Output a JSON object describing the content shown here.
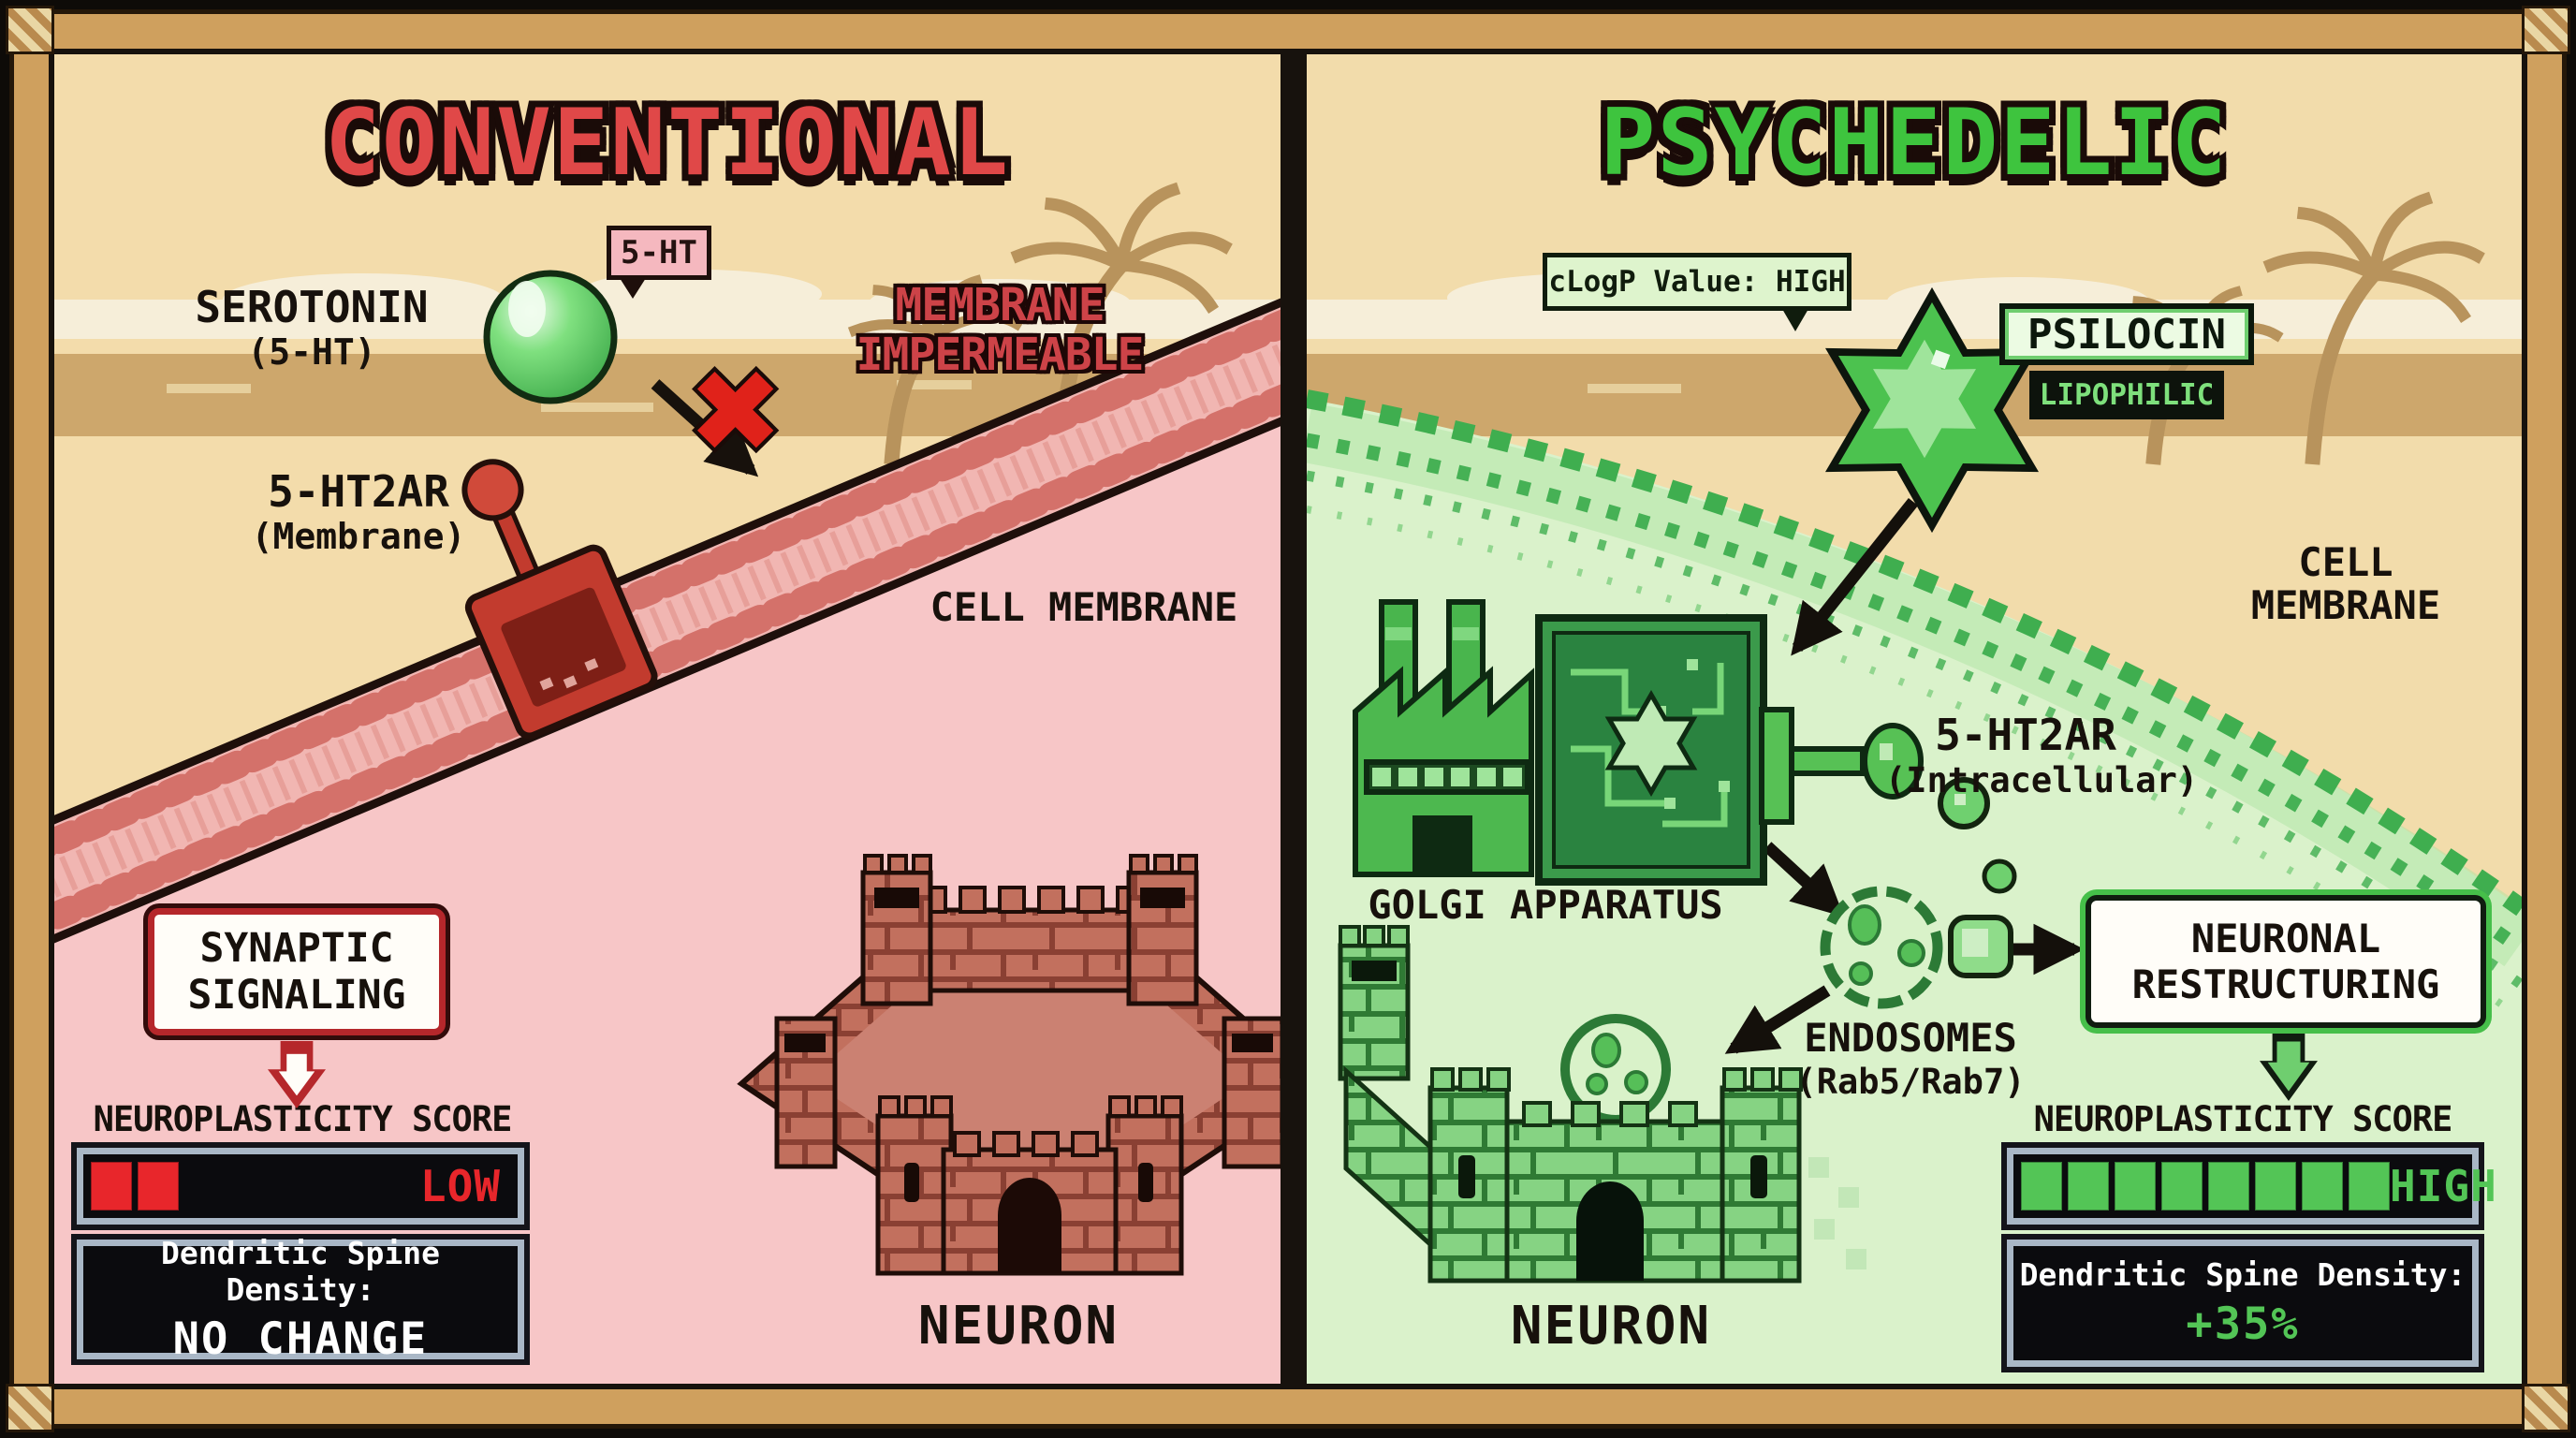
{
  "left": {
    "title": "CONVENTIONAL",
    "serotonin": {
      "label": "SEROTONIN",
      "sub": "(5-HT)",
      "bubble": "5-HT"
    },
    "impermeable": {
      "line1": "MEMBRANE",
      "line2": "IMPERMEABLE"
    },
    "receptor": {
      "label": "5-HT2AR",
      "sub": "(Membrane)"
    },
    "cell_membrane_label": "CELL MEMBRANE",
    "signaling": {
      "line1": "SYNAPTIC",
      "line2": "SIGNALING"
    },
    "score": {
      "label": "NEUROPLASTICITY SCORE",
      "value": "LOW",
      "filled": 2,
      "total": 10,
      "fill_color": "#e8262b",
      "value_color": "#e8262b"
    },
    "density": {
      "label": "Dendritic Spine Density:",
      "value": "NO CHANGE",
      "value_color": "#ffffff"
    },
    "neuron_label": "NEURON"
  },
  "right": {
    "title": "PSYCHEDELIC",
    "clogp_bubble": "cLogP Value: HIGH",
    "psilocin": {
      "label": "PSILOCIN",
      "tag": "LIPOPHILIC"
    },
    "cell_membrane": {
      "line1": "CELL",
      "line2": "MEMBRANE"
    },
    "receptor": {
      "label": "5-HT2AR",
      "sub": "(Intracellular)"
    },
    "golgi_label": "GOLGI APPARATUS",
    "endosomes": {
      "label": "ENDOSOMES",
      "sub": "(Rab5/Rab7)"
    },
    "restructuring": {
      "line1": "NEURONAL",
      "line2": "RESTRUCTURING"
    },
    "score": {
      "label": "NEUROPLASTICITY SCORE",
      "value": "HIGH",
      "filled": 8,
      "total": 10,
      "fill_color": "#53c556",
      "value_color": "#53c556"
    },
    "density": {
      "label": "Dendritic Spine Density:",
      "value": "+35%",
      "value_color": "#53c556"
    },
    "neuron_label": "NEURON"
  },
  "icons": {
    "blocked_x": "✖",
    "serotonin_sphere": "serotonin-molecule-icon",
    "psilocin_star": "psilocin-molecule-icon",
    "receptor_membrane": "membrane-receptor-icon",
    "golgi_factory": "golgi-factory-icon",
    "endosome_vesicle": "endosome-vesicle-icon",
    "neuron_castle": "neuron-castle-icon",
    "palm_tree": "palm-tree-icon"
  },
  "colors": {
    "left_accent": "#e04848",
    "right_accent": "#3ec43e",
    "left_cytoplasm": "#f7c6c7",
    "right_cytoplasm": "#daf2cb",
    "sky": "#f3dcab",
    "bar_border": "#a9b7c6"
  }
}
